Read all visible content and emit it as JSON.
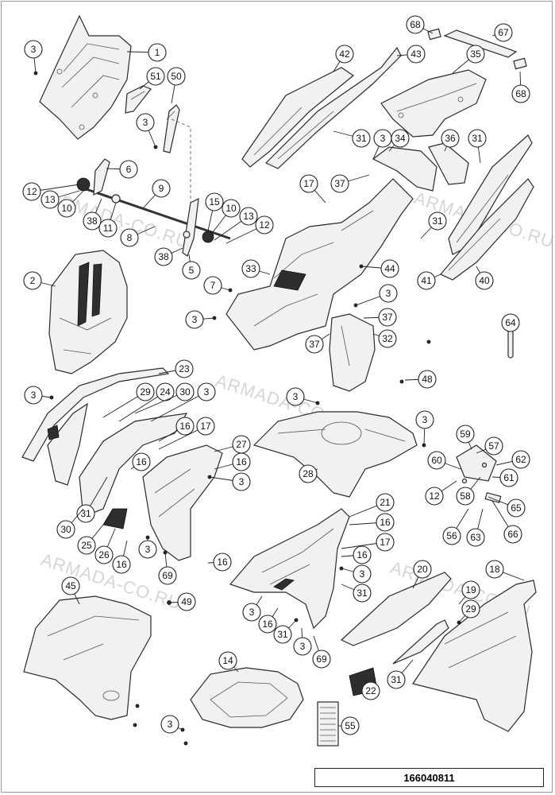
{
  "watermark": "ARMADA-CO.RU",
  "drawing_number": "166040811",
  "callouts": [
    {
      "label": "3"
    },
    {
      "label": "1"
    },
    {
      "label": "51"
    },
    {
      "label": "50"
    },
    {
      "label": "3"
    },
    {
      "label": "6"
    },
    {
      "label": "12"
    },
    {
      "label": "13"
    },
    {
      "label": "10"
    },
    {
      "label": "38"
    },
    {
      "label": "11"
    },
    {
      "label": "9"
    },
    {
      "label": "8"
    },
    {
      "label": "15"
    },
    {
      "label": "10"
    },
    {
      "label": "13"
    },
    {
      "label": "12"
    },
    {
      "label": "38"
    },
    {
      "label": "5"
    },
    {
      "label": "2"
    },
    {
      "label": "7"
    },
    {
      "label": "3"
    },
    {
      "label": "68"
    },
    {
      "label": "67"
    },
    {
      "label": "42"
    },
    {
      "label": "43"
    },
    {
      "label": "35"
    },
    {
      "label": "68"
    },
    {
      "label": "31"
    },
    {
      "label": "3"
    },
    {
      "label": "34"
    },
    {
      "label": "36"
    },
    {
      "label": "31"
    },
    {
      "label": "17"
    },
    {
      "label": "37"
    },
    {
      "label": "31"
    },
    {
      "label": "33"
    },
    {
      "label": "44"
    },
    {
      "label": "41"
    },
    {
      "label": "40"
    },
    {
      "label": "3"
    },
    {
      "label": "37"
    },
    {
      "label": "37"
    },
    {
      "label": "32"
    },
    {
      "label": "64"
    },
    {
      "label": "48"
    },
    {
      "label": "23"
    },
    {
      "label": "3"
    },
    {
      "label": "29"
    },
    {
      "label": "24"
    },
    {
      "label": "30"
    },
    {
      "label": "3"
    },
    {
      "label": "3"
    },
    {
      "label": "3"
    },
    {
      "label": "16"
    },
    {
      "label": "17"
    },
    {
      "label": "16"
    },
    {
      "label": "27"
    },
    {
      "label": "16"
    },
    {
      "label": "3"
    },
    {
      "label": "28"
    },
    {
      "label": "59"
    },
    {
      "label": "57"
    },
    {
      "label": "60"
    },
    {
      "label": "62"
    },
    {
      "label": "61"
    },
    {
      "label": "12"
    },
    {
      "label": "58"
    },
    {
      "label": "65"
    },
    {
      "label": "56"
    },
    {
      "label": "63"
    },
    {
      "label": "66"
    },
    {
      "label": "31"
    },
    {
      "label": "30"
    },
    {
      "label": "25"
    },
    {
      "label": "26"
    },
    {
      "label": "16"
    },
    {
      "label": "3"
    },
    {
      "label": "69"
    },
    {
      "label": "16"
    },
    {
      "label": "21"
    },
    {
      "label": "16"
    },
    {
      "label": "17"
    },
    {
      "label": "16"
    },
    {
      "label": "3"
    },
    {
      "label": "31"
    },
    {
      "label": "45"
    },
    {
      "label": "49"
    },
    {
      "label": "3"
    },
    {
      "label": "16"
    },
    {
      "label": "31"
    },
    {
      "label": "3"
    },
    {
      "label": "69"
    },
    {
      "label": "20"
    },
    {
      "label": "18"
    },
    {
      "label": "19"
    },
    {
      "label": "29"
    },
    {
      "label": "31"
    },
    {
      "label": "22"
    },
    {
      "label": "14"
    },
    {
      "label": "3"
    },
    {
      "label": "55"
    }
  ]
}
